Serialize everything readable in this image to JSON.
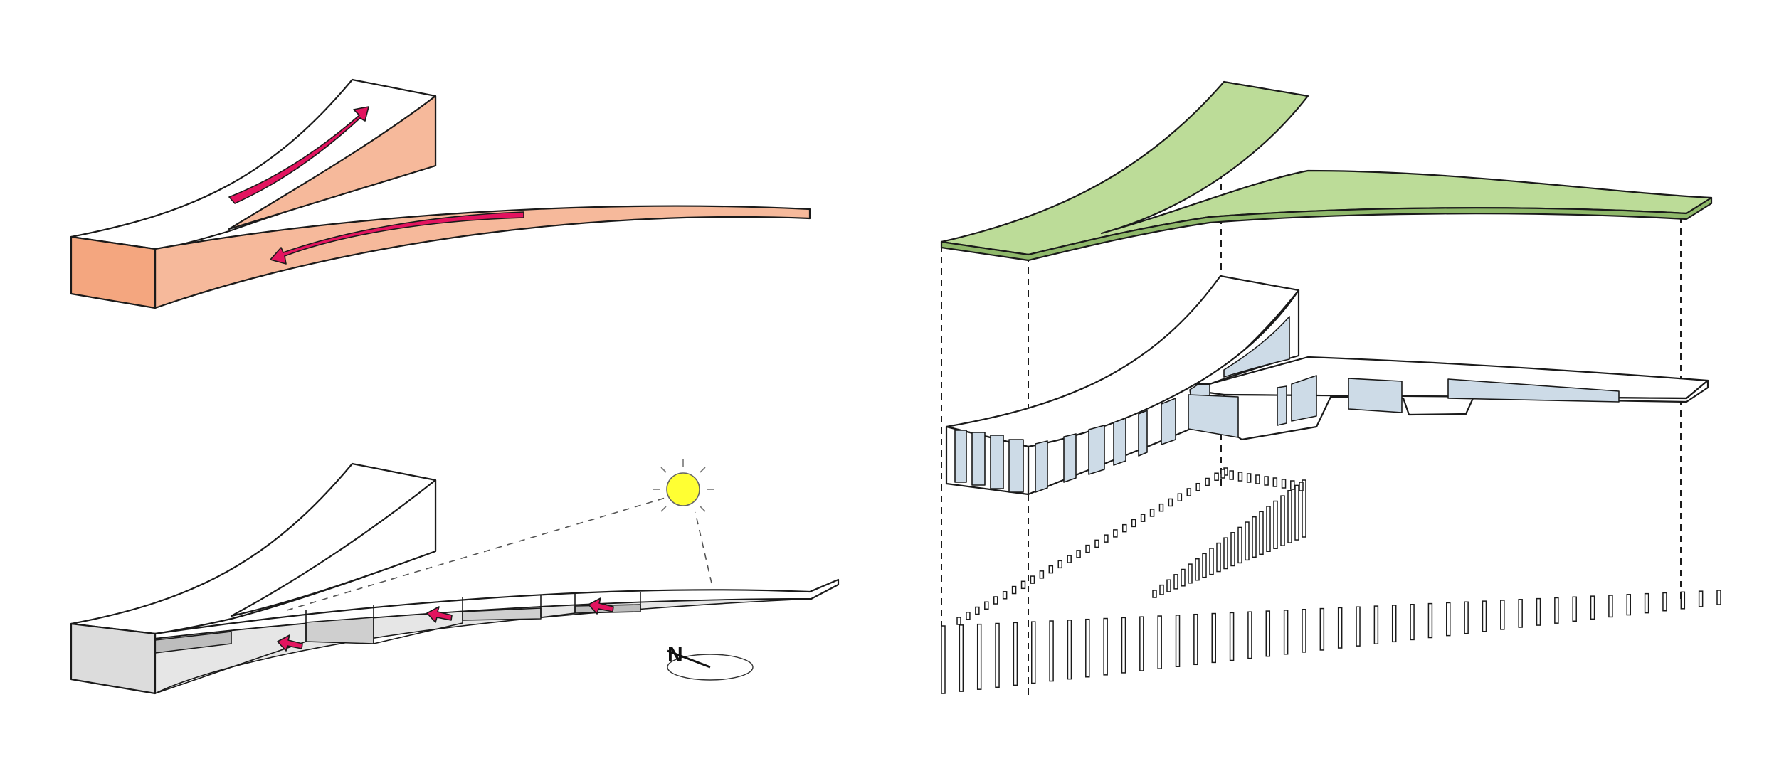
{
  "diagram": {
    "panels": [
      {
        "id": "circulation-massing",
        "description_visible": false
      },
      {
        "id": "sun-daylight-massing",
        "description_visible": false
      },
      {
        "id": "exploded-axonometric",
        "description_visible": false
      }
    ],
    "compass": {
      "label": "N"
    },
    "colors": {
      "massing_front": "#f4a67f",
      "massing_side": "#f6b99b",
      "arrow": "#e3145f",
      "green_roof": "#bcdc98",
      "glazing": "#cddbe7",
      "sun": "#ffff33",
      "grey_face": "#dcdcdc",
      "grey_dark": "#bdbdbd",
      "outline": "#1a1a1a"
    },
    "icons": [
      "sun-icon",
      "north-arrow-icon",
      "circulation-arrow-icon"
    ]
  }
}
